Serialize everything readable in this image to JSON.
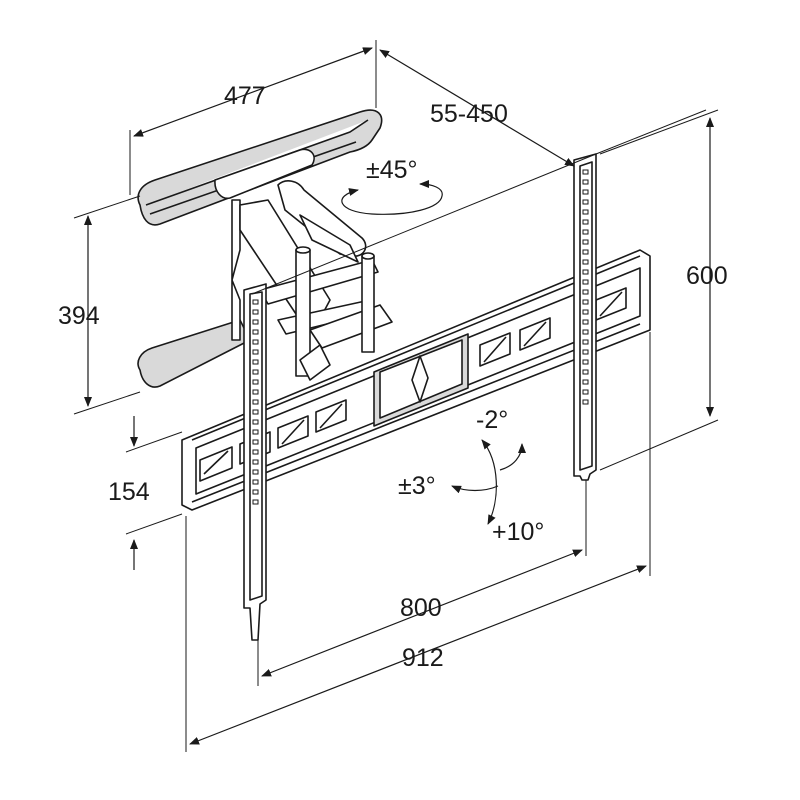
{
  "diagram": {
    "dimensions": {
      "arm_width": "477",
      "extension": "55-450",
      "arm_height": "394",
      "plate_height": "600",
      "offset": "154",
      "hole_span": "800",
      "overall_width": "912"
    },
    "angles": {
      "swivel": "±45°",
      "tilt_up": "-2°",
      "tilt_down": "+10°",
      "level": "±3°"
    }
  }
}
